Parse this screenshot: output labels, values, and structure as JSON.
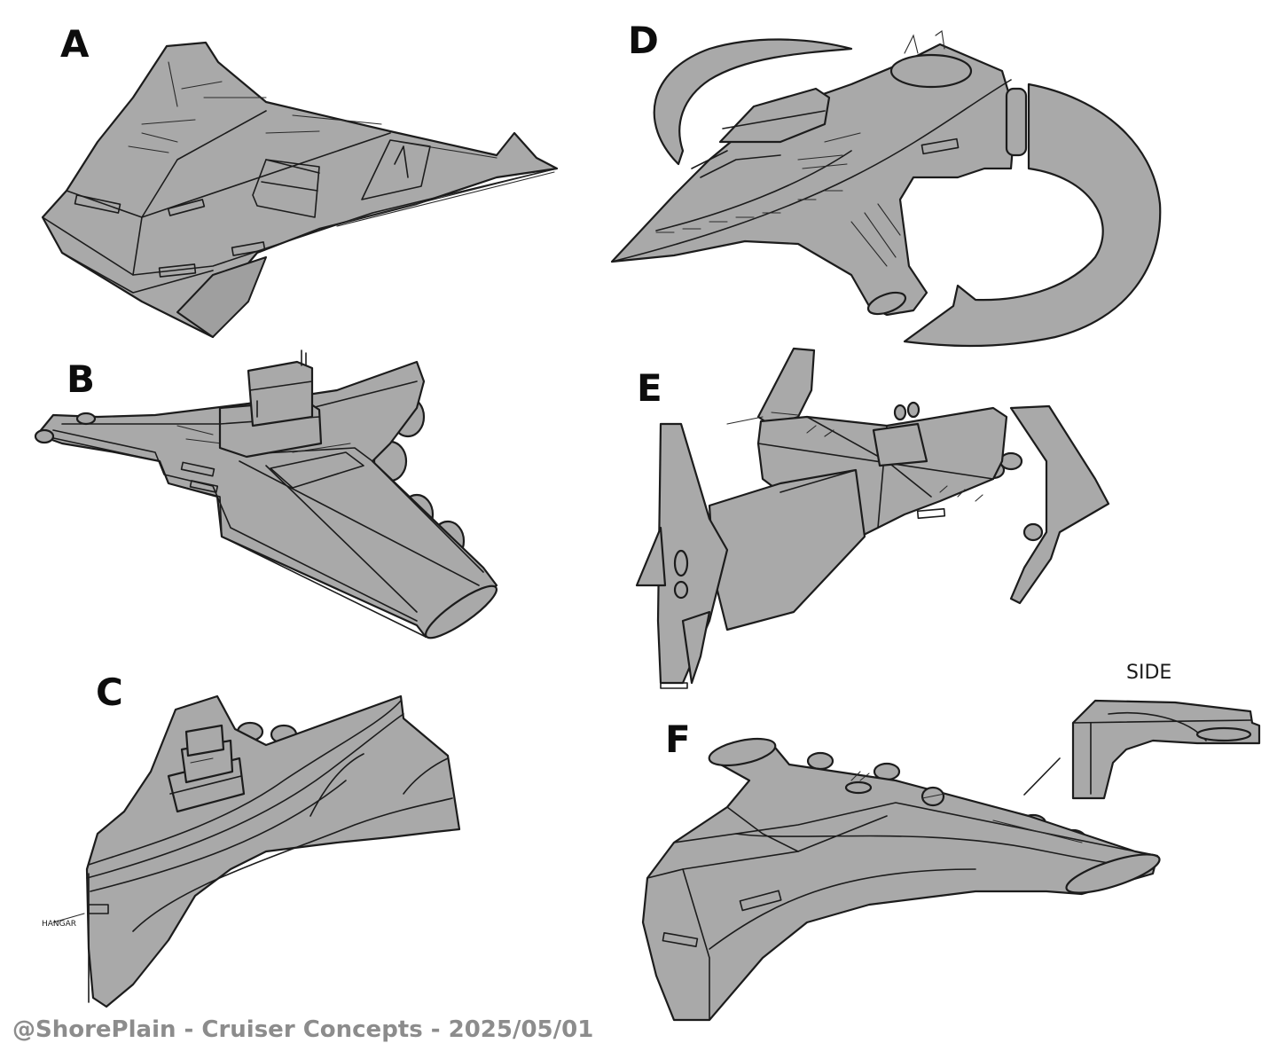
{
  "labels": {
    "a": "A",
    "b": "B",
    "c": "C",
    "d": "D",
    "e": "E",
    "f": "F"
  },
  "annotations": {
    "side": "SIDE",
    "hangar": "HANGAR"
  },
  "credit": "@ShorePlain - Cruiser Concepts - 2025/05/01",
  "colors": {
    "background": "#ffffff",
    "hull": "#a9a9a9",
    "ink": "#1c1c1c",
    "credit": "#8c8c8c"
  }
}
